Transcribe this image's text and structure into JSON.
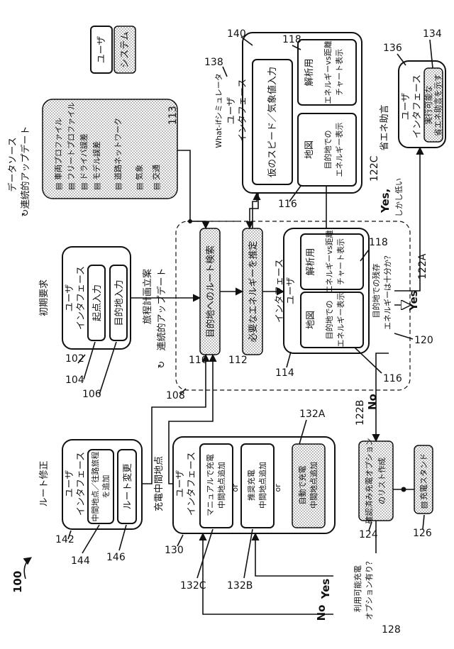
{
  "figure": {
    "ref": "100"
  },
  "legend": {
    "user": "ユーザ",
    "system": "システム"
  },
  "data_source": {
    "title": "データソース",
    "subtitle": "連続的アップデート",
    "ref": "113",
    "items": [
      "車両プロファイル",
      "フリートプロファイル",
      "ドライバ誤差",
      "モデル誤差",
      "道路ネットワーク",
      "気象",
      "交通"
    ]
  },
  "initial": {
    "title": "初期要求",
    "ref": "102",
    "ui_line1": "ユーザ",
    "ui_line2": "インタフェース",
    "origin": "起点入力",
    "origin_ref": "104",
    "dest": "目的地入力",
    "dest_ref": "106"
  },
  "route_mod": {
    "title": "ルート修正",
    "ref": "142",
    "ui_line1": "ユーザ",
    "ui_line2": "インタフェース",
    "add_line1": "中間地点／往路旅程",
    "add_line2": "を追加",
    "add_ref": "144",
    "change": "ルート変更",
    "change_ref": "146"
  },
  "charge_stop": {
    "title": "充電中間地点",
    "ref": "130",
    "ui_line1": "ユーザ",
    "ui_line2": "インタフェース",
    "manual_line1": "マニュアルで充電",
    "manual_line2": "中間地点追加",
    "manual_ref": "132C",
    "rec_line1": "推奨充電",
    "rec_line2": "中間地点追加",
    "rec_ref": "132B",
    "auto_line1": "自動で充電",
    "auto_line2": "中間地点追加",
    "auto_ref": "132A",
    "or": "or"
  },
  "planning": {
    "title": "旅程計画立案",
    "subtitle": "連続的アップデート",
    "ref": "108",
    "search": "目的地へのルート検索",
    "search_ref": "110",
    "estimate": "必要なエネルギーを推定",
    "estimate_ref": "112",
    "ui_line1": "ユーザ",
    "ui_line2": "インタフェース",
    "ui_ref": "114",
    "map_title": "地図",
    "map_line1": "目的地での",
    "map_line2": "エネルギー表示",
    "map_ref": "116",
    "analysis_title": "解析用",
    "analysis_line1": "エネルギーvs距離",
    "analysis_line2": "チャート表示",
    "analysis_ref": "118"
  },
  "decision": {
    "line1": "目的地での残存",
    "line2": "エネルギーは十分か？",
    "ref": "120",
    "yes": "Yes",
    "yes_ref": "122A",
    "no": "No",
    "no_ref": "122B",
    "yes_low": "Yes,",
    "yes_low2": "しかし低い",
    "yes_low_ref": "122C"
  },
  "whatif": {
    "title": "What-ifシミュレータ",
    "ref": "138",
    "ref2": "140",
    "ui_line1": "ユーザ",
    "ui_line2": "インタフェース",
    "input": "仮のスピード／気象値入力",
    "map_title": "地図",
    "map_line1": "目的地での",
    "map_line2": "エネルギー表示",
    "map_ref": "116",
    "analysis_title": "解析用",
    "analysis_line1": "エネルギーvs距離",
    "analysis_line2": "チャート表示",
    "analysis_ref": "118"
  },
  "eco": {
    "title": "省エネ助言",
    "ref": "136",
    "ui_line1": "ユーザ",
    "ui_line2": "インタフェース",
    "line1": "実行可能な",
    "line2": "省エネ助言を示す",
    "inner_ref": "134"
  },
  "charge_list": {
    "line1": "確認済み充電オプション",
    "line2": "のリスト作成",
    "ref": "124",
    "stand": "充電スタンド",
    "stand_ref": "126"
  },
  "available": {
    "line1": "利用可能充電",
    "line2": "オプション有り？",
    "ref": "128",
    "yes": "Yes",
    "no": "No"
  }
}
